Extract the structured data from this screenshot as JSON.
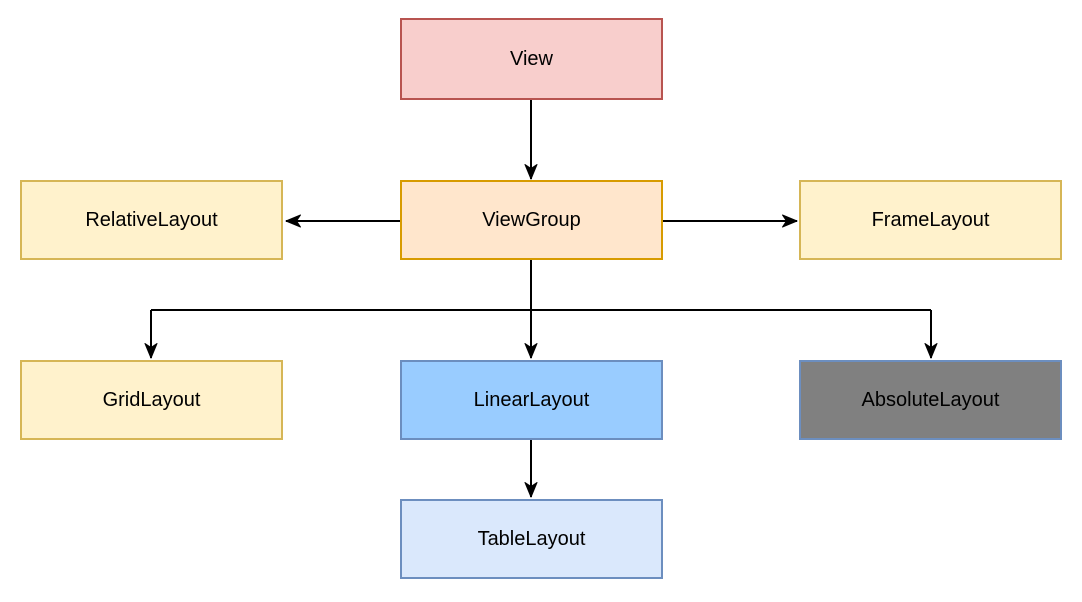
{
  "diagram": {
    "type": "hierarchy",
    "description": "Android View class hierarchy diagram",
    "background": "#ffffff",
    "connector_color": "#000000",
    "text_color": "#000000",
    "nodes": [
      {
        "id": "view",
        "label": "View",
        "fill": "#f8cecc",
        "stroke": "#b85450"
      },
      {
        "id": "viewgroup",
        "label": "ViewGroup",
        "fill": "#ffe6cc",
        "stroke": "#d79b00"
      },
      {
        "id": "relativelayout",
        "label": "RelativeLayout",
        "fill": "#fff2cc",
        "stroke": "#d6b656"
      },
      {
        "id": "framelayout",
        "label": "FrameLayout",
        "fill": "#fff2cc",
        "stroke": "#d6b656"
      },
      {
        "id": "gridlayout",
        "label": "GridLayout",
        "fill": "#fff2cc",
        "stroke": "#d6b656"
      },
      {
        "id": "linearlayout",
        "label": "LinearLayout",
        "fill": "#99ccff",
        "stroke": "#6c8ebf"
      },
      {
        "id": "absolutelayout",
        "label": "AbsoluteLayout",
        "fill": "#808080",
        "stroke": "#6c8ebf"
      },
      {
        "id": "tablelayout",
        "label": "TableLayout",
        "fill": "#dae8fc",
        "stroke": "#6c8ebf"
      }
    ],
    "edges": [
      {
        "from": "View",
        "to": "ViewGroup",
        "direction": "down"
      },
      {
        "from": "ViewGroup",
        "to": "RelativeLayout",
        "direction": "left"
      },
      {
        "from": "ViewGroup",
        "to": "FrameLayout",
        "direction": "right"
      },
      {
        "from": "ViewGroup",
        "to": "GridLayout",
        "direction": "down"
      },
      {
        "from": "ViewGroup",
        "to": "LinearLayout",
        "direction": "down"
      },
      {
        "from": "ViewGroup",
        "to": "AbsoluteLayout",
        "direction": "down"
      },
      {
        "from": "LinearLayout",
        "to": "TableLayout",
        "direction": "down"
      }
    ]
  }
}
